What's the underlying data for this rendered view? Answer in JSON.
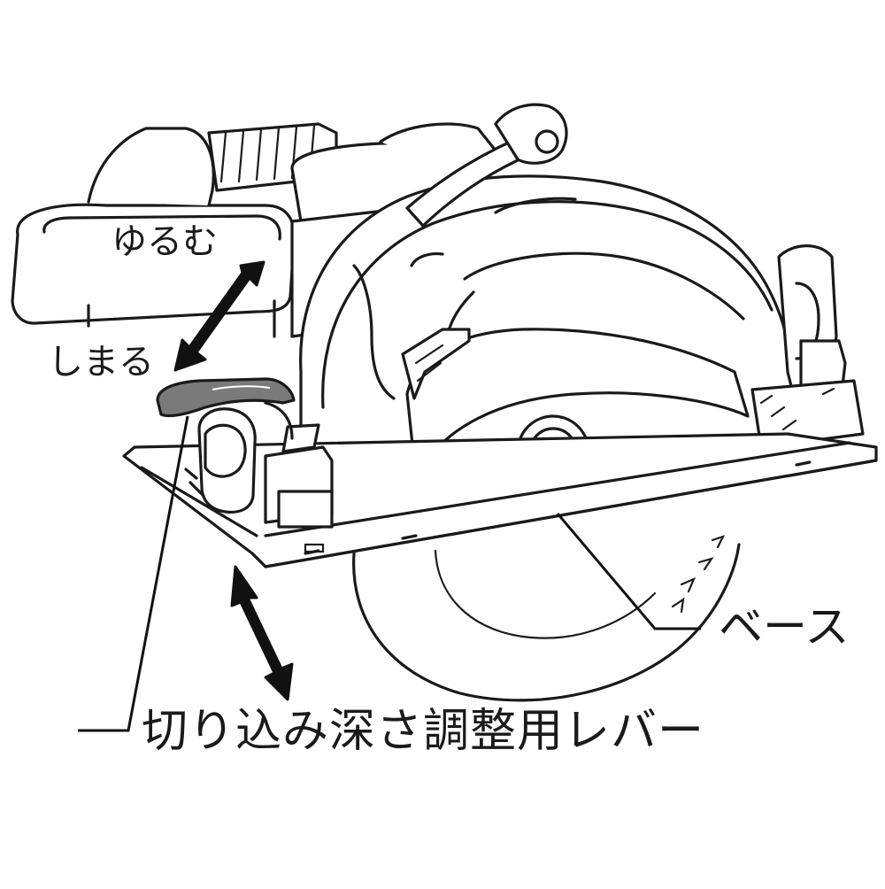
{
  "labels": {
    "loosen": "ゆるむ",
    "tighten": "しまる",
    "base": "ベース",
    "lever": "切り込み深さ調整用レバー"
  },
  "colors": {
    "line": "#1a1a1a",
    "lever_fill": "#7a7a7a",
    "background": "#ffffff"
  }
}
